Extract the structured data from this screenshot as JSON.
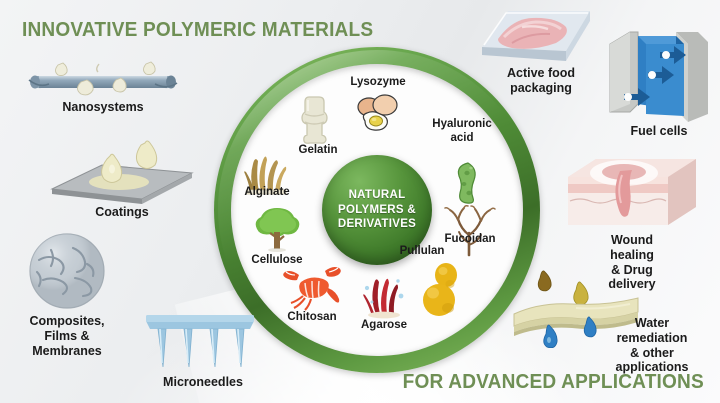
{
  "headlines": {
    "top": "INNOVATIVE POLYMERIC MATERIALS",
    "bottom": "FOR ADVANCED APPLICATIONS"
  },
  "core": {
    "label": "NATURAL\nPOLYMERS &\nDERIVATIVES"
  },
  "colors": {
    "headline_green": "#6f8f55",
    "ring_dark_green": "#3c6e28",
    "ring_light_green": "#8cbf63",
    "core_green": "#57953c",
    "label_black": "#1b1b1b",
    "background": "#eceef0"
  },
  "polymers": [
    {
      "label": "Lysozyme",
      "icon": "egg-icon"
    },
    {
      "label": "Hyaluronic\nacid",
      "icon": "bacterium-icon"
    },
    {
      "label": "Gelatin",
      "icon": "bone-joint-icon"
    },
    {
      "label": "Alginate",
      "icon": "seaweed-icon"
    },
    {
      "label": "Cellulose",
      "icon": "tree-icon"
    },
    {
      "label": "Chitosan",
      "icon": "lobster-icon"
    },
    {
      "label": "Agarose",
      "icon": "red-algae-icon"
    },
    {
      "label": "Pullulan",
      "icon": "yeast-icon"
    },
    {
      "label": "Fucoidan",
      "icon": "brown-algae-icon"
    }
  ],
  "applications": [
    {
      "label": "Nanosystems",
      "icon": "nanotube-icon"
    },
    {
      "label": "Coatings",
      "icon": "coated-plate-icon"
    },
    {
      "label": "Composites,\nFilms &\nMembranes",
      "icon": "composite-disc-icon"
    },
    {
      "label": "Microneedles",
      "icon": "microneedle-array-icon"
    },
    {
      "label": "Active food\npackaging",
      "icon": "food-tray-icon"
    },
    {
      "label": "Fuel cells",
      "icon": "fuel-cell-icon"
    },
    {
      "label": "Wound healing\n& Drug delivery",
      "icon": "skin-wound-icon"
    },
    {
      "label": "Water remediation\n& other applications",
      "icon": "filter-membrane-icon"
    }
  ]
}
